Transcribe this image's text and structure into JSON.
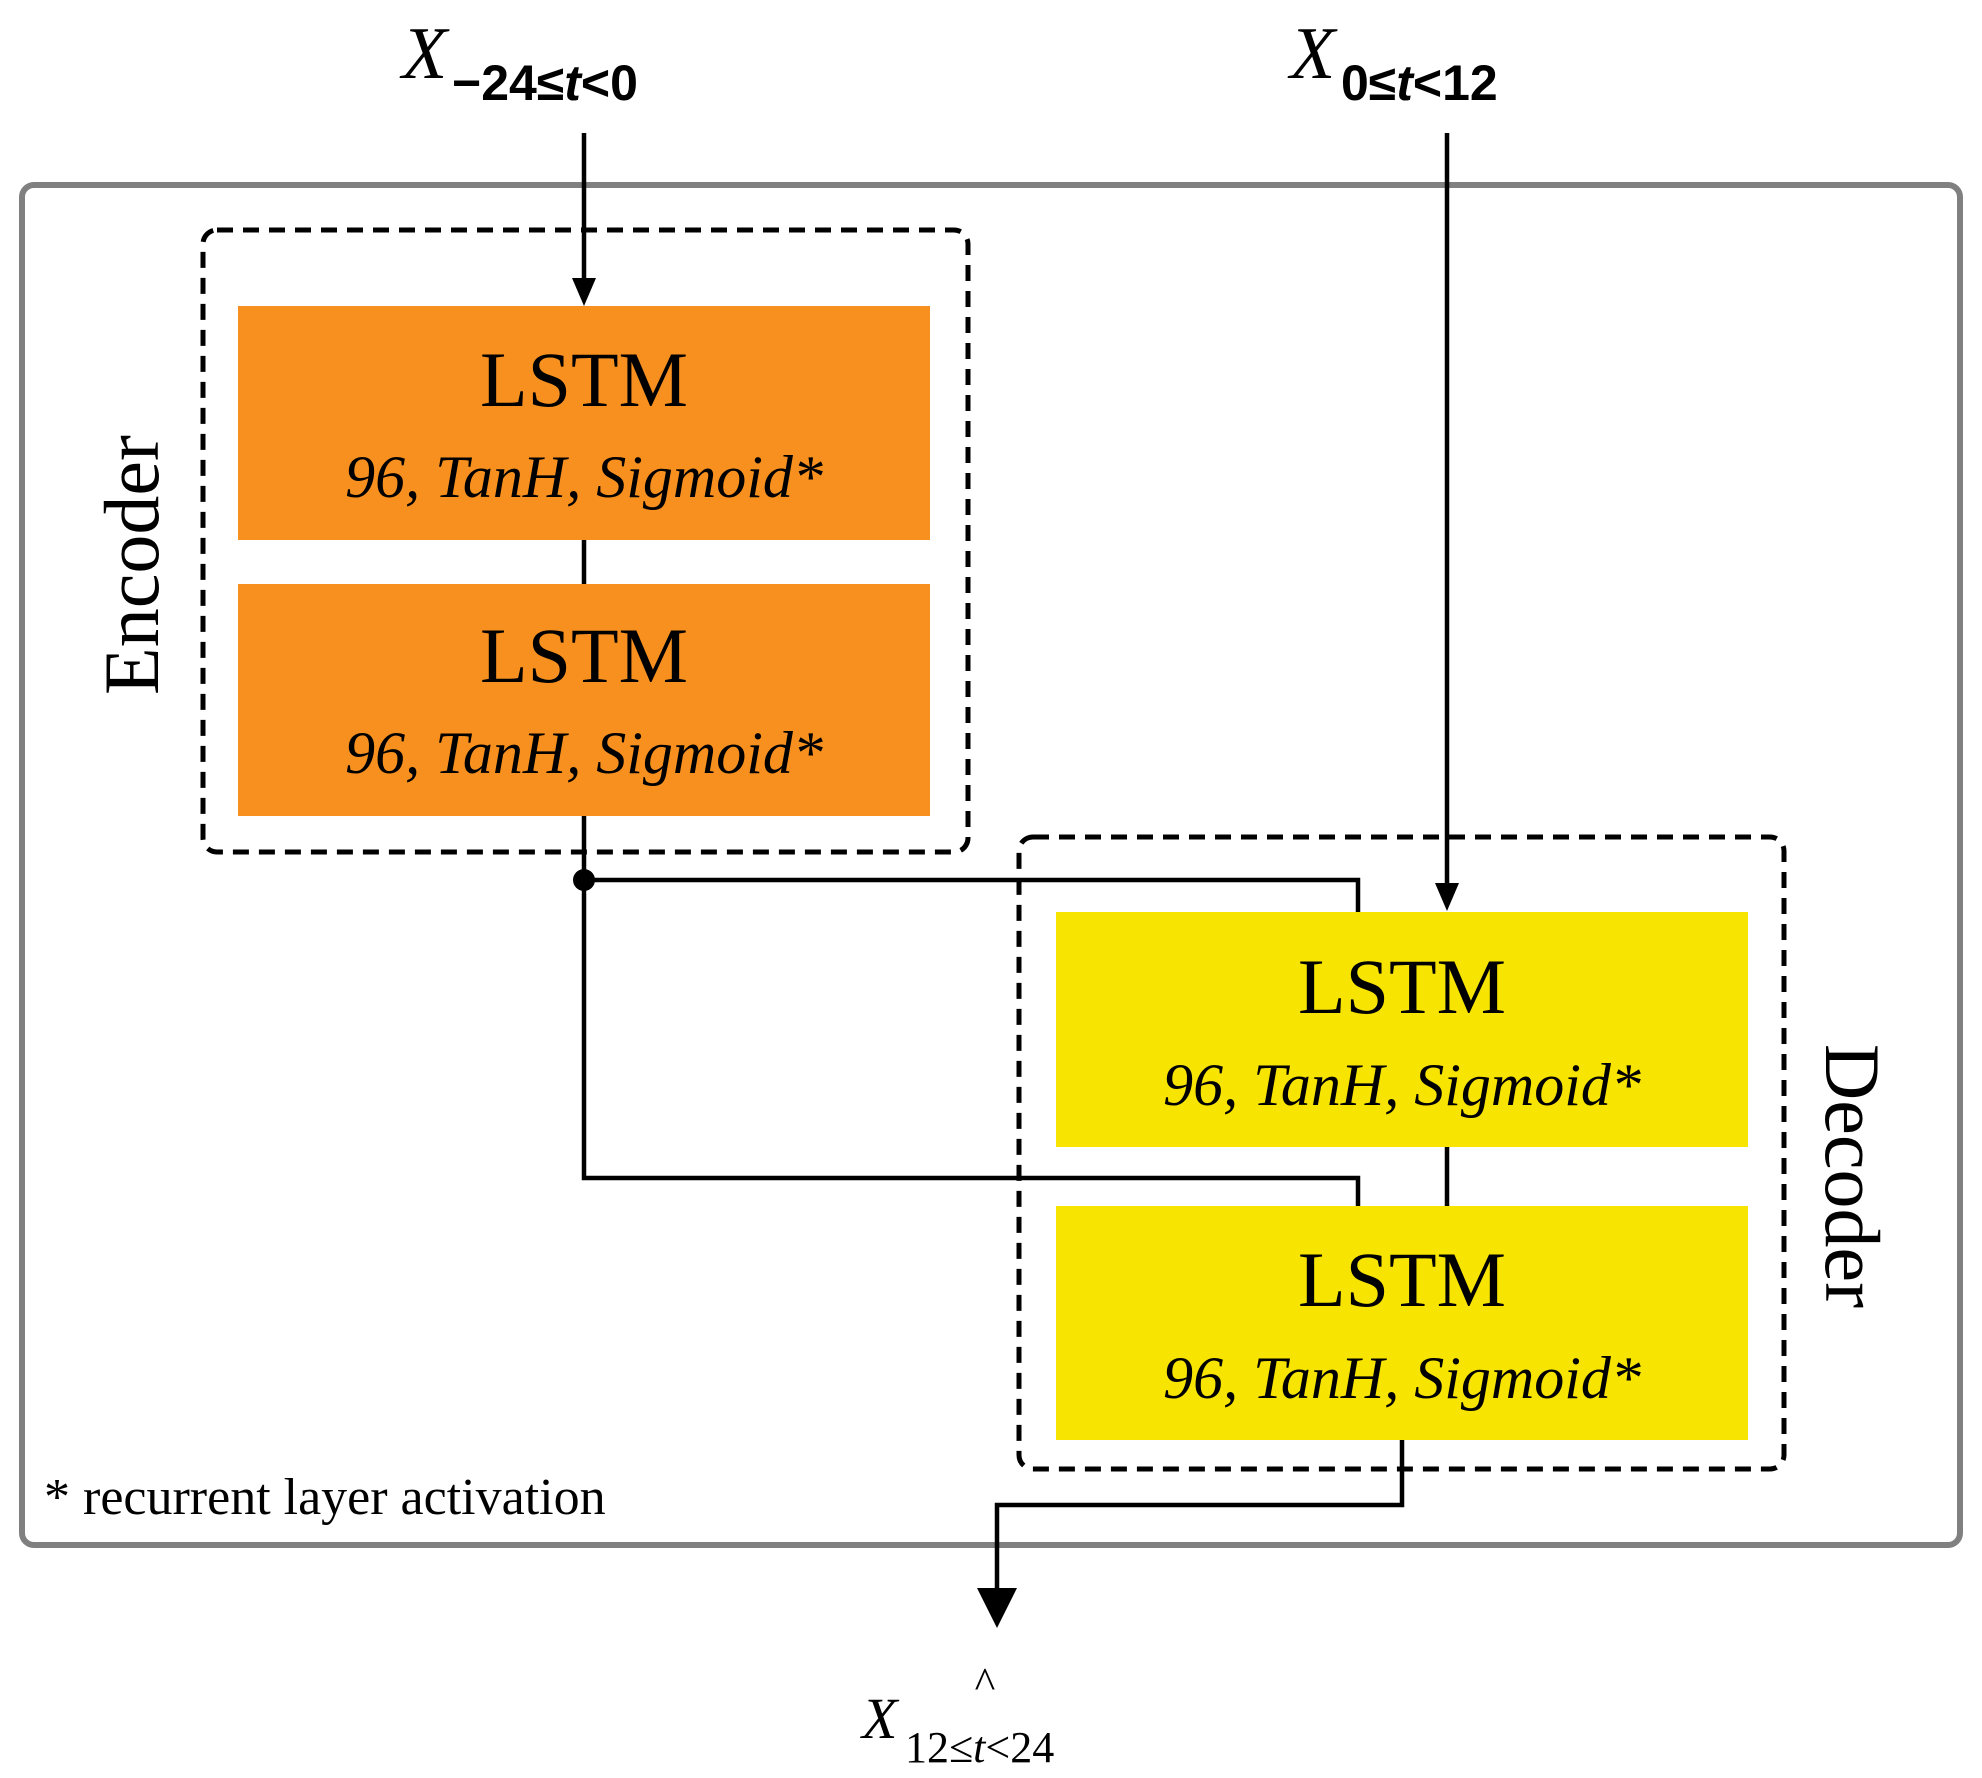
{
  "colors": {
    "encoder_fill": "#F7901E",
    "decoder_fill": "#F7E400",
    "outer_border": "#808080",
    "lines": "#000000"
  },
  "inputs": {
    "past": {
      "symbol": "X",
      "subscript_parts": [
        "−24≤",
        "t",
        "<0"
      ]
    },
    "future": {
      "symbol": "X",
      "subscript_parts": [
        "0≤",
        "t",
        "<12"
      ]
    }
  },
  "output": {
    "symbol": "X",
    "hat": "^",
    "subscript_parts": [
      "12",
      "≤",
      "t",
      "<24"
    ]
  },
  "encoder": {
    "label": "Encoder",
    "layers": [
      {
        "title": "LSTM",
        "params": "96, TanH, Sigmoid*"
      },
      {
        "title": "LSTM",
        "params": "96, TanH, Sigmoid*"
      }
    ]
  },
  "decoder": {
    "label": "Decoder",
    "layers": [
      {
        "title": "LSTM",
        "params": "96, TanH, Sigmoid*"
      },
      {
        "title": "LSTM",
        "params": "96, TanH, Sigmoid*"
      }
    ]
  },
  "footnote": "* recurrent layer activation"
}
